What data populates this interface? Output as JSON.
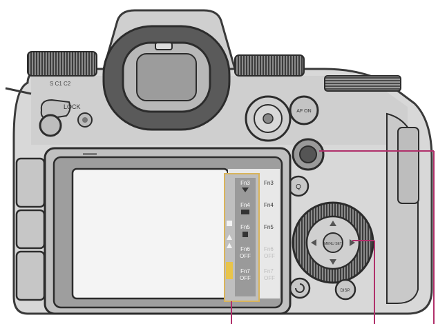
{
  "camera": {
    "lock_label": "LOCK",
    "mode_marks": "S C1 C2",
    "af_on_label": "AF ON",
    "q_label": "Q",
    "menu_set_label": "MENU SET",
    "display_label": "DISP."
  },
  "fn_panel": {
    "items": [
      {
        "key": "Fn3",
        "state": "",
        "echo": "Fn3",
        "echo_state": "",
        "icon": "triangle-icon"
      },
      {
        "key": "Fn4",
        "state": "",
        "echo": "Fn4",
        "echo_state": "",
        "icon": "film-icon"
      },
      {
        "key": "Fn5",
        "state": "",
        "echo": "Fn5",
        "echo_state": "",
        "icon": "hand-icon"
      },
      {
        "key": "Fn6",
        "state": "OFF",
        "echo": "Fn6",
        "echo_state": "OFF",
        "icon": ""
      },
      {
        "key": "Fn7",
        "state": "OFF",
        "echo": "Fn7",
        "echo_state": "OFF",
        "icon": ""
      }
    ]
  },
  "colors": {
    "outline": "#3a3a3a",
    "body": "#d6d6d6",
    "body_dark": "#b0b0b0",
    "screen": "#f4f4f4",
    "callout": "#b0306a",
    "panel_box": "#d9b45a",
    "accent_yellow": "#e8c44a"
  }
}
